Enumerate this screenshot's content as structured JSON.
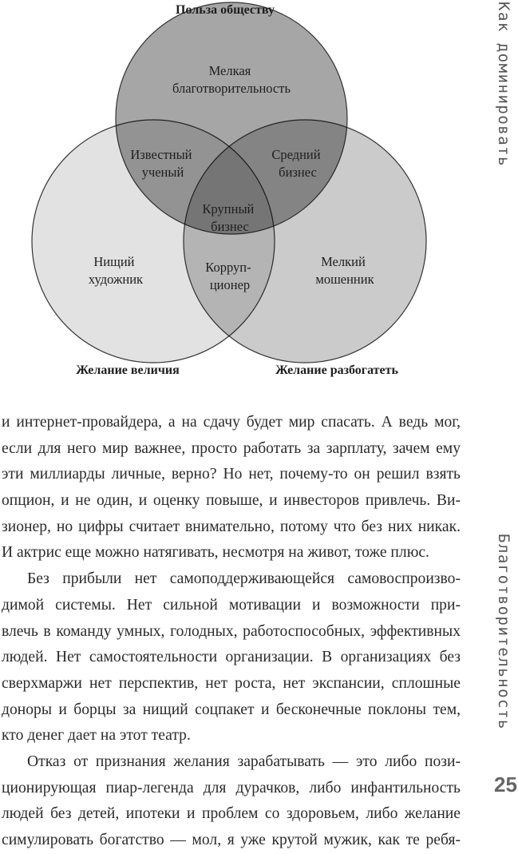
{
  "diagram": {
    "axes": {
      "top": "Польза обществу",
      "left": "Желание величия",
      "right": "Желание разбогатеть"
    },
    "regions": {
      "top_only": [
        "Мелкая",
        "благотворительность"
      ],
      "left_only": [
        "Нищий",
        "художник"
      ],
      "right_only": [
        "Мелкий",
        "мошенник"
      ],
      "top_left": [
        "Известный",
        "ученый"
      ],
      "top_right": [
        "Средний",
        "бизнес"
      ],
      "left_right": [
        "Коррупционер",
        "Корруп-",
        "ционер"
      ],
      "center": [
        "Крупный",
        "бизнес"
      ]
    }
  },
  "body": {
    "lines": [
      {
        "text": "и интернет-провайдера, а на сдачу будет мир спасать. А ведь мог,"
      },
      {
        "text": "если для него мир важнее, просто работать за зарплату, зачем ему"
      },
      {
        "text": "эти миллиарды личные, верно? Но нет, почему-то он решил взять"
      },
      {
        "text": "опцион, и не один, и оценку повыше, и инвесторов привлечь. Ви-"
      },
      {
        "text": "зионер, но цифры считает внимательно, потому что без них никак."
      },
      {
        "text": "И актрис еще можно натягивать, несмотря на живот, тоже плюс."
      },
      {
        "text": "Без прибыли нет самоподдерживающейся самовоспроизво-"
      },
      {
        "text": "димой системы. Нет сильной мотивации и возможности при-"
      },
      {
        "text": "влечь в команду умных, голодных, работоспособных, эффективных"
      },
      {
        "text": "людей. Нет самостоятельности организации. В организациях без"
      },
      {
        "text": "сверхмаржи нет перспектив, нет роста, нет экспансии, сплошные"
      },
      {
        "text": "доноры и борцы за нищий соцпакет и бесконечные поклоны тем,"
      },
      {
        "text": "кто денег дает на этот театр."
      },
      {
        "text": "Отказ от признания желания зарабатывать — это либо пози-"
      },
      {
        "text": "ционирующая пиар-легенда для дурачков, либо инфантильность"
      },
      {
        "text": "людей без детей, ипотеки и проблем со здоровьем, либо желание"
      },
      {
        "text": "симулировать богатство — мол, я уже крутой мужик, как те ребя-"
      }
    ]
  },
  "margin": {
    "running_head": "Как доминировать",
    "section": "Благотворительность",
    "page_number": "25"
  },
  "colors": {
    "top_circle": "#9a9a9a",
    "left_circle": "#e2e2e2",
    "right_circle": "#cbcbcb",
    "outline": "#333333"
  }
}
